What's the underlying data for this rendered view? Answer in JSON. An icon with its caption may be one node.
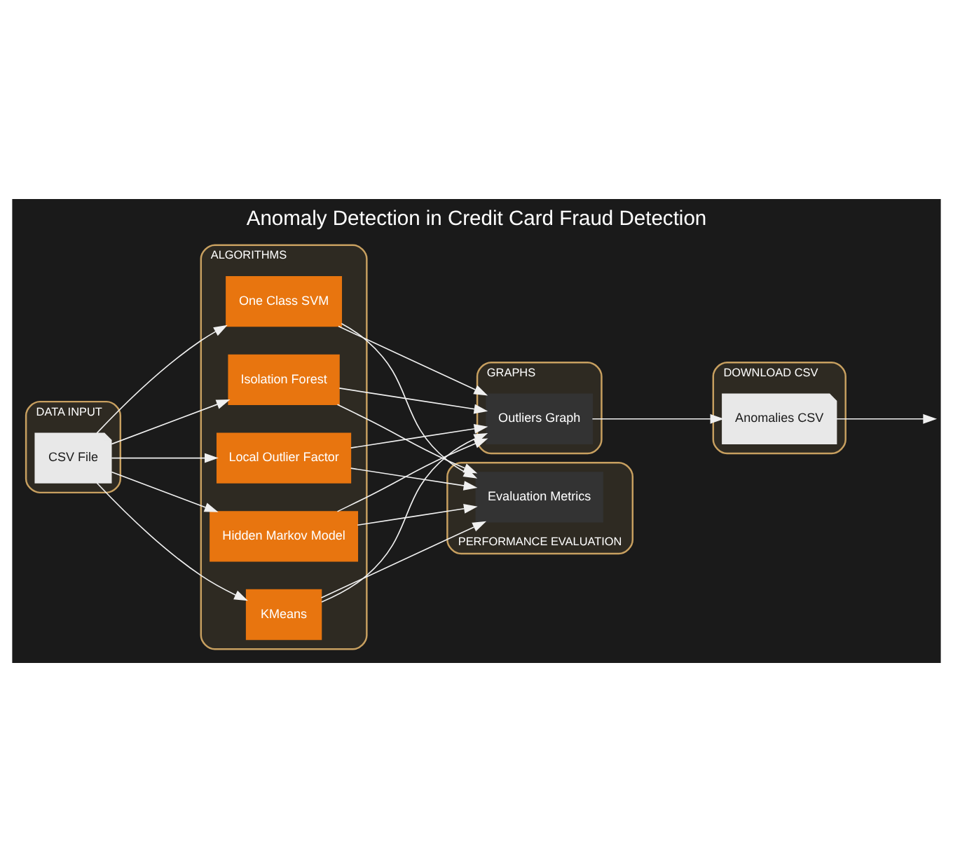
{
  "diagram": {
    "title": "Anomaly Detection in Credit Card Fraud Detection",
    "nodes": [
      {
        "text": [
          "DATA INPUT"
        ]
      },
      {
        "text": [
          "CSV File"
        ],
        "in": 0
      },
      {
        "text": [
          "ALGORITHMS"
        ]
      },
      {
        "text": [
          "KMeans"
        ],
        "in": 2
      },
      {
        "text": [
          "One Class SVM"
        ],
        "in": 2
      },
      {
        "text": [
          "Isolation Forest"
        ],
        "in": 2
      },
      {
        "text": [
          "Local Outlier Factor"
        ],
        "in": 2
      },
      {
        "text": [
          "Hidden Markov Model"
        ],
        "in": 2
      },
      {
        "text": [
          "GRAPHS"
        ]
      },
      {
        "text": [
          "Outliers Graph"
        ],
        "in": 8
      },
      {
        "text": [
          "DOWNLOAD CSV"
        ]
      },
      {
        "text": [
          "Anomalies CSV"
        ],
        "in": 10
      },
      {
        "text": [
          "PERFORMANCE EVALUATION"
        ]
      },
      {
        "text": [
          "Evaluation Metrics"
        ],
        "in": 12
      }
    ],
    "edges": [
      {
        "from": 1,
        "to": 3,
        "arrow": "to"
      },
      {
        "from": 1,
        "to": 4,
        "arrow": "to"
      },
      {
        "from": 1,
        "to": 5,
        "arrow": "to"
      },
      {
        "from": 1,
        "to": 6,
        "arrow": "to"
      },
      {
        "from": 1,
        "to": 7,
        "arrow": "to"
      },
      {
        "from": 3,
        "to": 9,
        "arrow": "to"
      },
      {
        "from": 4,
        "to": 9,
        "arrow": "to"
      },
      {
        "from": 5,
        "to": 9,
        "arrow": "to"
      },
      {
        "from": 6,
        "to": 9,
        "arrow": "to"
      },
      {
        "from": 7,
        "to": 9,
        "arrow": "to"
      },
      {
        "from": 3,
        "to": 13,
        "arrow": "to"
      },
      {
        "from": 4,
        "to": 13,
        "arrow": "to"
      },
      {
        "from": 5,
        "to": 13,
        "arrow": "to"
      },
      {
        "from": 6,
        "to": 13,
        "arrow": "to"
      },
      {
        "from": 7,
        "to": 13,
        "arrow": "to"
      },
      {
        "from": 9,
        "to": 11,
        "arrow": "to"
      },
      {
        "from": 11,
        "to": null,
        "arrow": "to"
      }
    ]
  }
}
